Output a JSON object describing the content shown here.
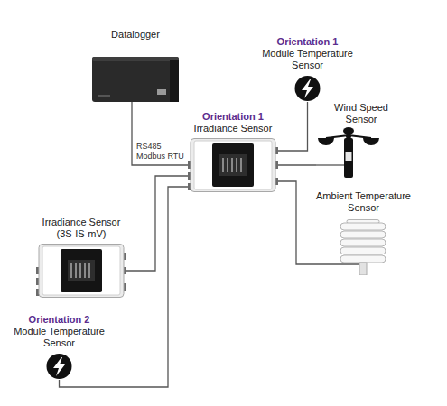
{
  "diagram": {
    "nodes": [
      {
        "text": [
          "Datalogger"
        ]
      },
      {
        "text": [
          "Orientation 1",
          "Module Temperature Sensor"
        ]
      },
      {
        "text": [
          "Orientation 1",
          "Irradiance Sensor"
        ]
      },
      {
        "text": [
          "Wind Speed Sensor"
        ]
      },
      {
        "text": [
          "Ambient Temperature Sensor"
        ]
      },
      {
        "text": [
          "Irradiance Sensor (3S-IS-mV)"
        ]
      },
      {
        "text": [
          "Orientation 2",
          "Module Temperature Sensor"
        ]
      }
    ],
    "edges": [
      {
        "from": 0,
        "to": 2,
        "label": "RS485 Modbus RTU",
        "arrow": "none"
      },
      {
        "from": 2,
        "to": 1,
        "arrow": "none"
      },
      {
        "from": 2,
        "to": 3,
        "arrow": "none"
      },
      {
        "from": 2,
        "to": 4,
        "arrow": "none"
      },
      {
        "from": 2,
        "to": 5,
        "arrow": "none"
      },
      {
        "from": 2,
        "to": 6,
        "arrow": "none"
      }
    ]
  }
}
